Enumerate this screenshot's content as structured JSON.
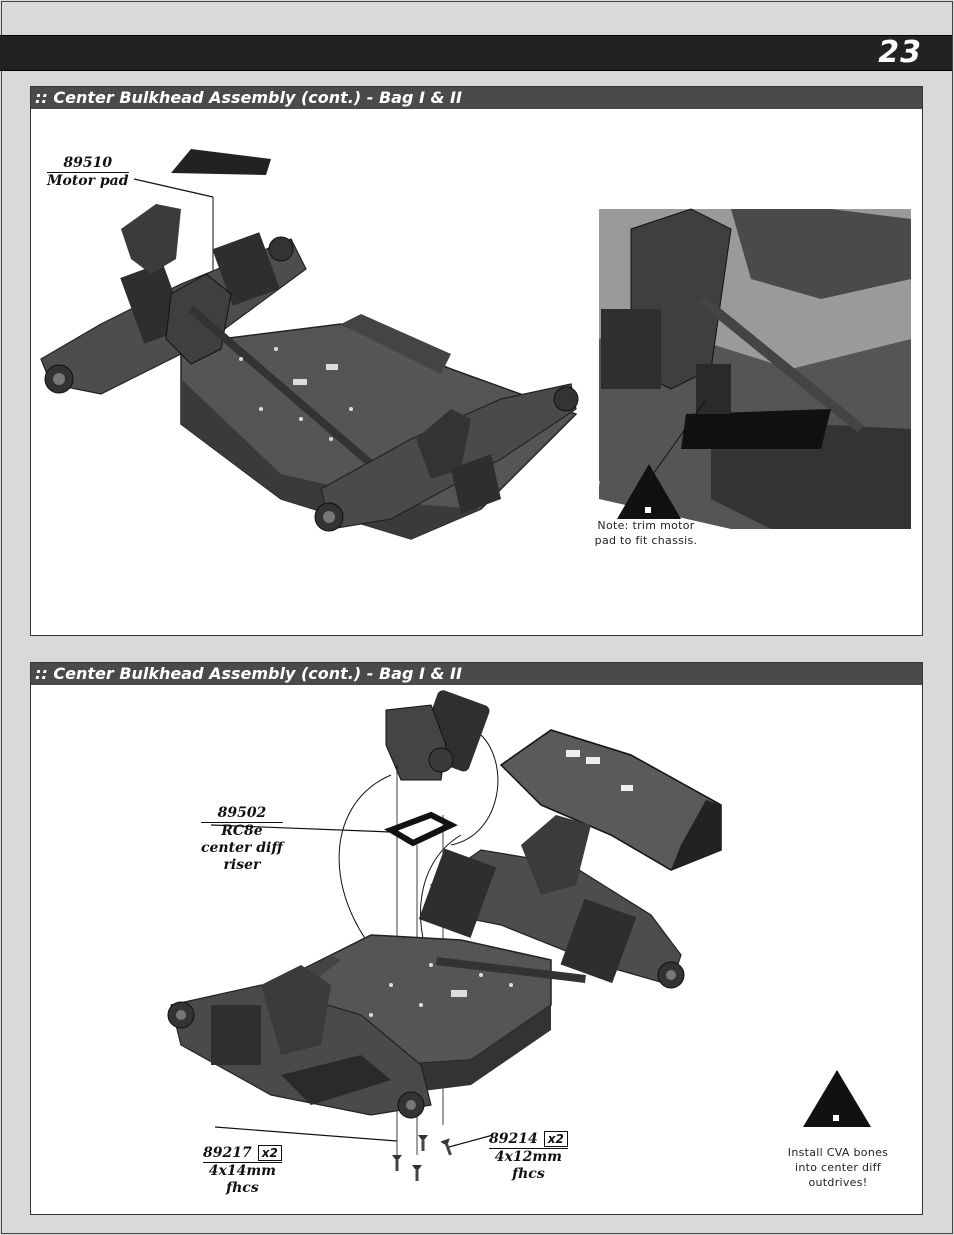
{
  "header": {
    "page_number": "23"
  },
  "section1": {
    "title": ":: Center Bulkhead Assembly (cont.) - Bag I & II",
    "part_number": "89510",
    "part_name": "Motor pad",
    "note_line1": "Note:  trim motor",
    "note_line2": "pad to fit chassis."
  },
  "section2": {
    "title": ":: Center Bulkhead Assembly (cont.) - Bag I & II",
    "riser": {
      "part_number": "89502",
      "name_line1": "RC8e",
      "name_line2": "center diff",
      "name_line3": "riser"
    },
    "screw_a": {
      "part_number": "89217",
      "quantity": "x2",
      "size": "4x14mm",
      "type": "fhcs"
    },
    "screw_b": {
      "part_number": "89214",
      "quantity": "x2",
      "size": "4x12mm",
      "type": "fhcs"
    },
    "note_line1": "Install CVA bones",
    "note_line2": "into center diff",
    "note_line3": "outdrives!"
  },
  "icons": {
    "warning": "warning-triangle-icon"
  }
}
